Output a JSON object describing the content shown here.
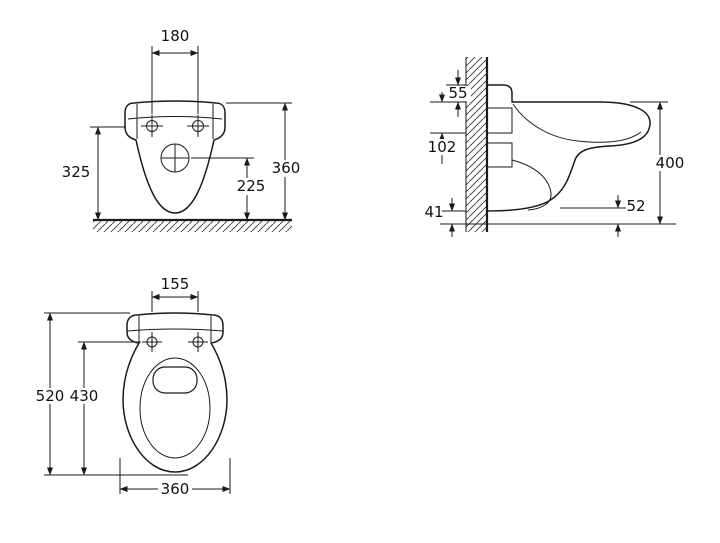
{
  "style": {
    "line_color": "#1a1a1a",
    "background": "#ffffff"
  },
  "views": {
    "front": {
      "dim_top": "180",
      "dim_left": "325",
      "dim_right": "360",
      "dim_inner": "225"
    },
    "side": {
      "dim_upper": "55",
      "dim_middle": "102",
      "dim_lower": "41",
      "dim_right": "400",
      "dim_bottom_right": "52"
    },
    "top": {
      "dim_top": "155",
      "dim_left": "520",
      "dim_inner_left": "430",
      "dim_bottom": "360"
    }
  }
}
